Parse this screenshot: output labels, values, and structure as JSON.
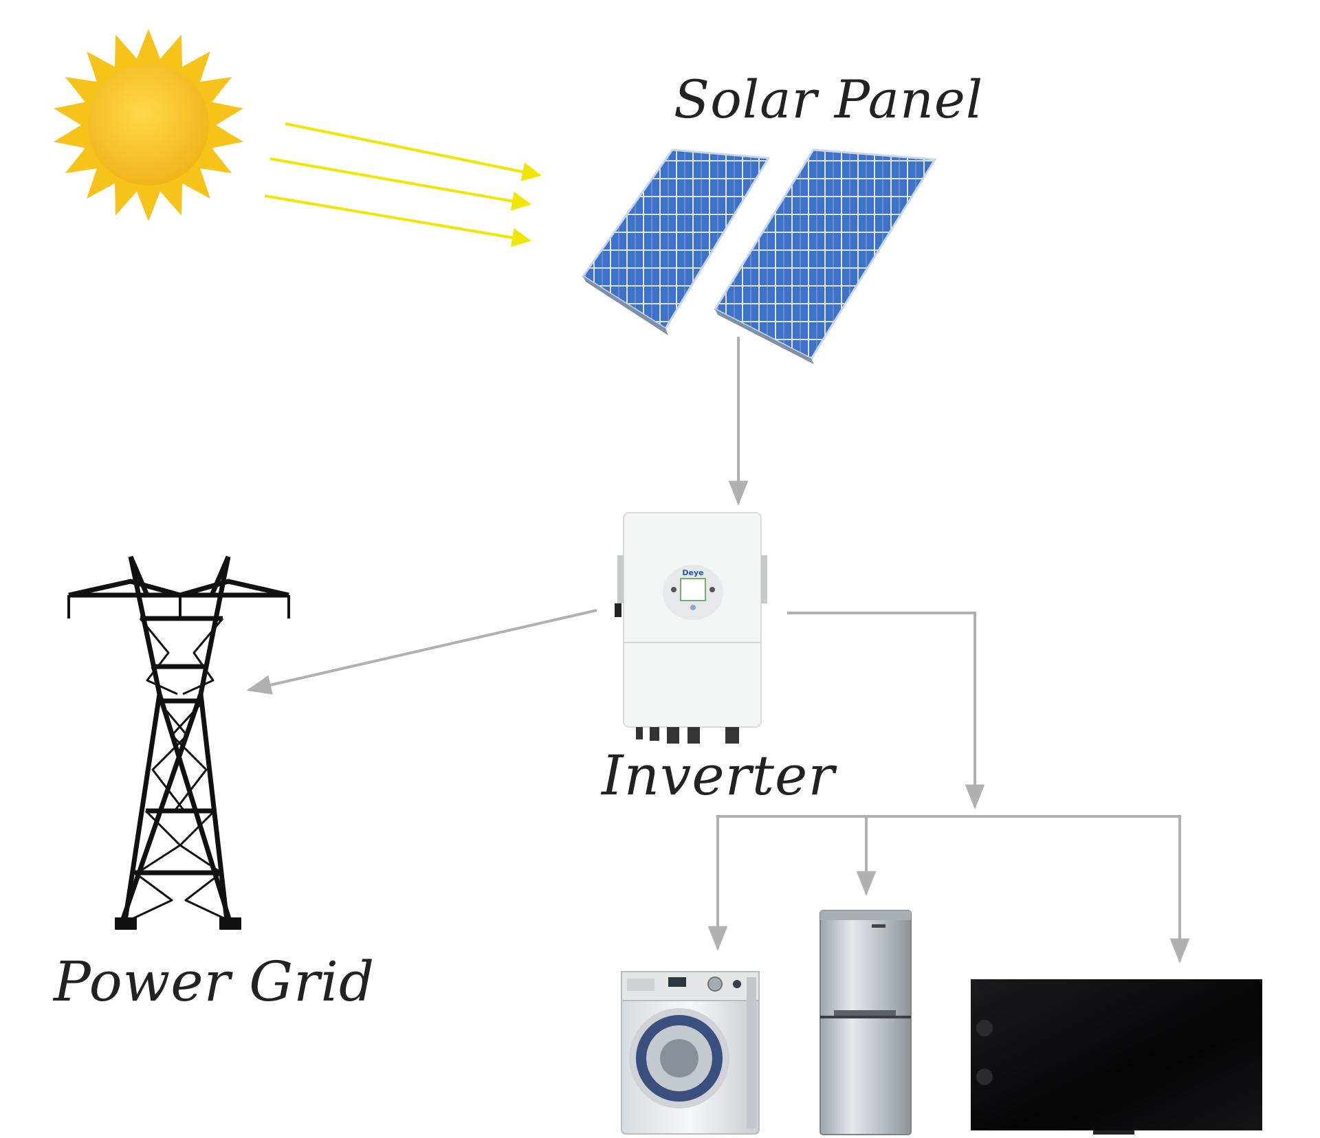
{
  "labels": {
    "solar_panel": "Solar Panel",
    "inverter": "Inverter",
    "power_grid": "Power Grid"
  },
  "inverter_logo": "Deye",
  "colors": {
    "sun": "#f7c21a",
    "sun_rays": "#f1e600",
    "panel": "#3b6cc4",
    "flow_arrow": "#b0b0b0",
    "tower": "#111111",
    "inverter_body": "#f3f4f4"
  },
  "icons": [
    "sun-icon",
    "solar-panel-icon",
    "inverter-icon",
    "power-tower-icon",
    "washing-machine-icon",
    "refrigerator-icon",
    "television-icon"
  ]
}
